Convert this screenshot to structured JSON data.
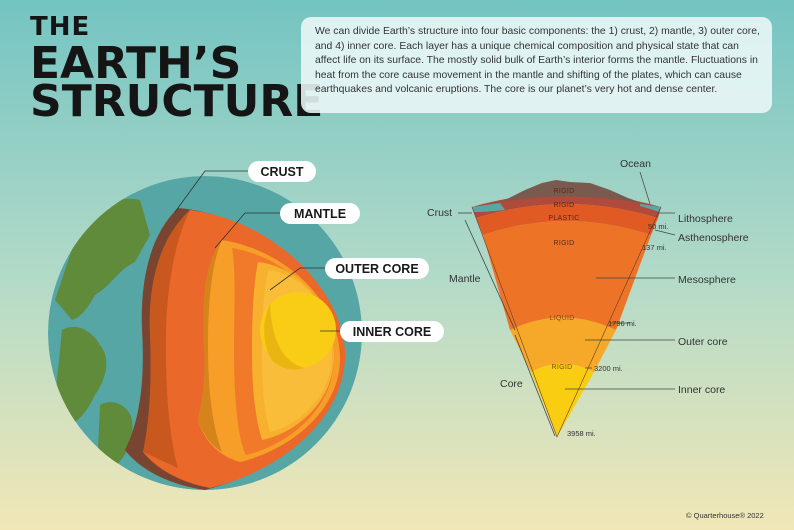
{
  "title": {
    "line1": "THE",
    "line2": "EARTH’S",
    "line3": "STRUCTURE"
  },
  "description": "We can divide Earth’s structure into four basic components: the 1) crust, 2) mantle, 3) outer core, and 4) inner core. Each layer has a unique chemical composition and physical state that can affect life on its surface. The mostly solid bulk of Earth’s interior forms the mantle. Fluctuations in heat from the core cause movement in the mantle and shifting of the plates, which can cause earthquakes and volcanic eruptions. The core is our planet’s very hot and dense center.",
  "globe_labels": {
    "crust": "CRUST",
    "mantle": "MANTLE",
    "outer_core": "OUTER CORE",
    "inner_core": "INNER CORE"
  },
  "wedge": {
    "ocean": "Ocean",
    "crust": "Crust",
    "mantle": "Mantle",
    "core": "Core",
    "lithosphere": "Lithosphere",
    "asthenosphere": "Asthenosphere",
    "mesosphere": "Mesosphere",
    "outer_core": "Outer core",
    "inner_core": "Inner core",
    "states": {
      "rigid_top": "RIGID",
      "rigid_litho": "RIGID",
      "plastic": "PLASTIC",
      "rigid_meso": "RIGID",
      "liquid": "LIQUID",
      "rigid_inner": "RIGID"
    },
    "depths": {
      "d1": "50 mi.",
      "d2": "137 mi.",
      "d3": "1796 mi.",
      "d4": "3200 mi.",
      "d5": "3958 mi."
    }
  },
  "colors": {
    "bg_top": "#7ec8c3",
    "bg_bottom": "#eee6b6",
    "mantle": "#ea6a23",
    "outer_core": "#f59d25",
    "inner_core": "#f8cd12",
    "crust": "#7a4530",
    "ocean": "#5ba8a8",
    "land": "#5e8a3a"
  },
  "copyright": "© Quarterhouse® 2022"
}
